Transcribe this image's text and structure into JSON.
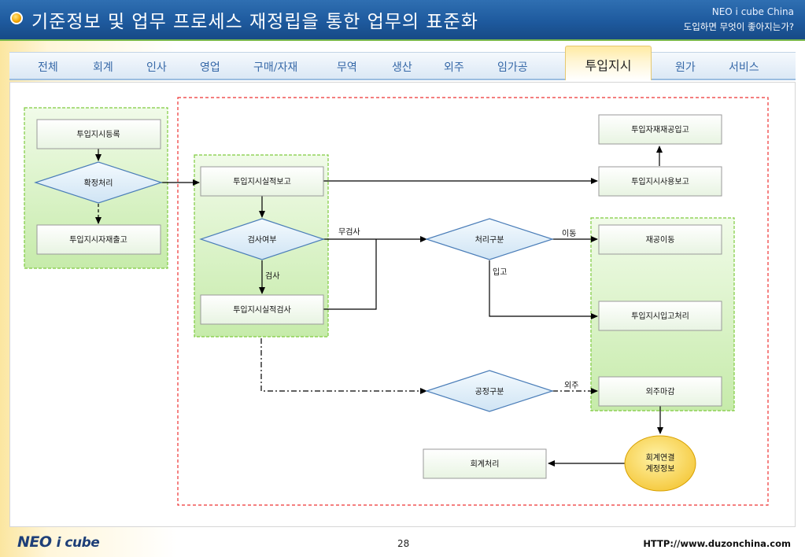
{
  "header": {
    "title": "기준정보 및 업무 프로세스 재정립을 통한 업무의 표준화",
    "brand": "NEO i cube China",
    "slogan": "도입하면 무엇이 좋아지는가?"
  },
  "tabs": [
    "전체",
    "회계",
    "인사",
    "영업",
    "구매/자재",
    "무역",
    "생산",
    "외주",
    "임가공",
    "원가",
    "서비스"
  ],
  "active_tab": "투입지시",
  "diagram": {
    "nodes": {
      "register": "투입지시등록",
      "confirm": "확정처리",
      "issue": "투입지시자재출고",
      "result_report": "투입지시실적보고",
      "inspect_check": "검사여부",
      "result_inspect": "투입지시실적검사",
      "wip_receipt": "투입자재재공입고",
      "usage_report": "투입지시사용보고",
      "process_type": "처리구분",
      "wip_move": "재공이동",
      "receipt_process": "투입지시입고처리",
      "routing_type": "공정구분",
      "outsourcing_close": "외주마감",
      "accounting_link": [
        "회계연결",
        "계정정보"
      ],
      "accounting": "회계처리"
    },
    "edge_labels": {
      "no_inspection": "무검사",
      "inspection": "검사",
      "move": "이동",
      "receipt": "입고",
      "outsourcing": "외주"
    }
  },
  "footer": {
    "logo_main": "NEO",
    "logo_sub": "i cube",
    "page": "28",
    "url": "HTTP://www.duzonchina.com"
  }
}
